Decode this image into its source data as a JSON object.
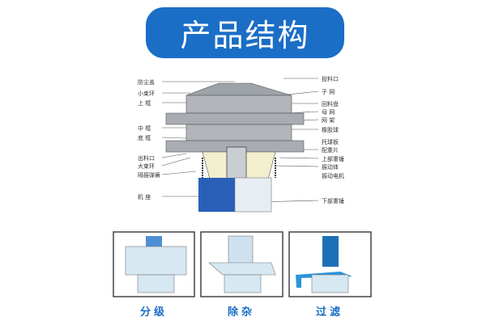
{
  "title": "产品结构",
  "left_labels": [
    "防尘盖",
    "小束环",
    "上 框",
    "中 框",
    "底 框",
    "出料口",
    "大束环",
    "隔振弹簧",
    "机 座"
  ],
  "right_labels": [
    "投料口",
    "子 网",
    "回料盘",
    "母 网",
    "网 架",
    "橡胶球",
    "托球板",
    "配重片",
    "上部重锤",
    "振动体",
    "振动电机",
    "下部重锤"
  ],
  "functions": [
    "分级",
    "除杂",
    "过滤"
  ],
  "colors": {
    "accent": "#1a6ec6",
    "frame": "#a9adb3",
    "base": "#2a5fb8",
    "panel_light": "#d6e8f2"
  }
}
